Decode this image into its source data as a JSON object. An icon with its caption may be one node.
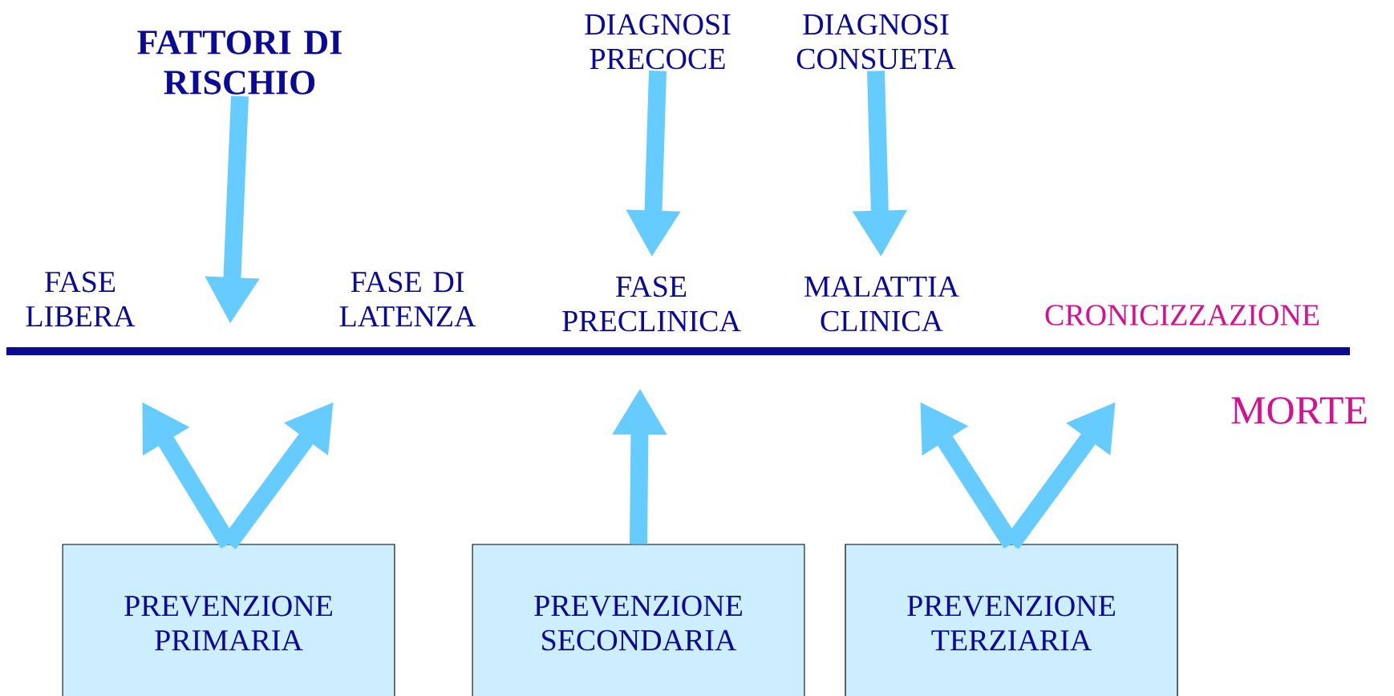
{
  "diagram": {
    "nodes": [
      {
        "text": [
          "FATTORI DI RISCHIO"
        ]
      },
      {
        "text": [
          "DIAGNOSI PRECOCE"
        ]
      },
      {
        "text": [
          "DIAGNOSI CONSUETA"
        ]
      },
      {
        "text": [
          "FASE LIBERA"
        ]
      },
      {
        "text": [
          "FASE DI LATENZA"
        ]
      },
      {
        "text": [
          "FASE PRECLINICA"
        ]
      },
      {
        "text": [
          "MALATTIA CLINICA"
        ]
      },
      {
        "text": [
          "CRONICIZZAZIONE"
        ]
      },
      {
        "text": [
          "MORTE"
        ]
      },
      {
        "text": [
          "PREVENZIONE PRIMARIA"
        ]
      },
      {
        "text": [
          "PREVENZIONE SECONDARIA"
        ]
      },
      {
        "text": [
          "PREVENZIONE TERZIARIA"
        ]
      }
    ],
    "edges": [
      {
        "from": 0,
        "to": null,
        "arrow": "to"
      },
      {
        "from": 1,
        "to": 5,
        "arrow": "to"
      },
      {
        "from": 2,
        "to": 6,
        "arrow": "to"
      },
      {
        "from": 9,
        "to": null,
        "arrow": "to"
      },
      {
        "from": 9,
        "to": null,
        "arrow": "to"
      },
      {
        "from": 10,
        "to": null,
        "arrow": "to"
      },
      {
        "from": 11,
        "to": null,
        "arrow": "to"
      },
      {
        "from": 11,
        "to": null,
        "arrow": "to"
      }
    ]
  }
}
